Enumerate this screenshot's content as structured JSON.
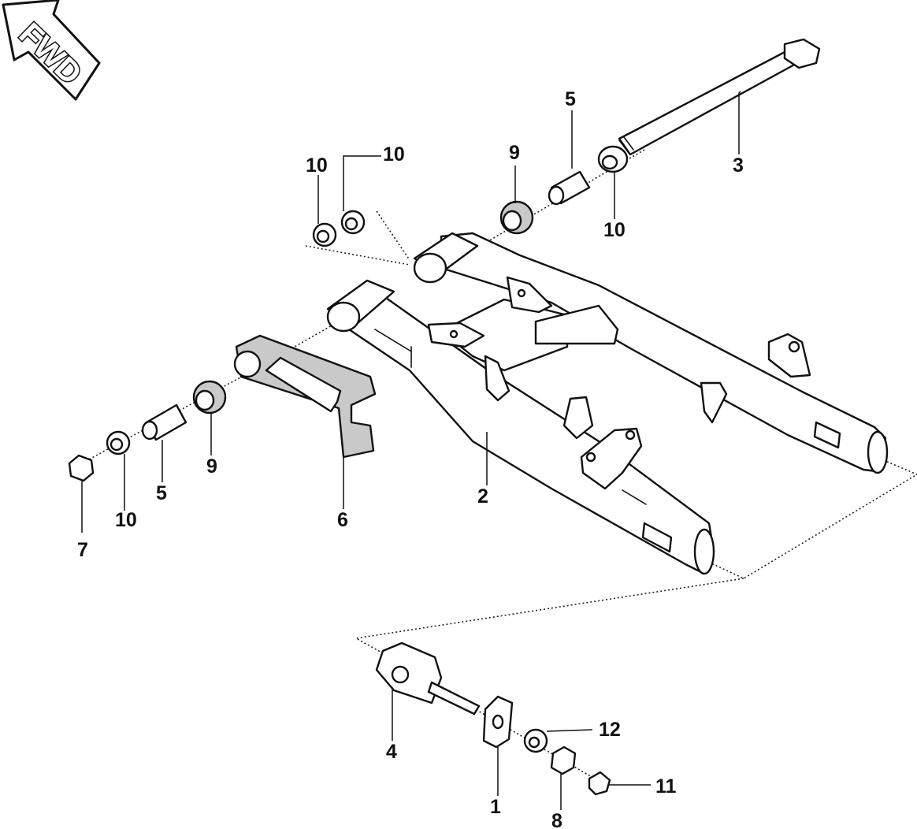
{
  "fwd_label": "FWD",
  "callouts": [
    {
      "id": "c1",
      "text": "1"
    },
    {
      "id": "c2",
      "text": "2"
    },
    {
      "id": "c3",
      "text": "3"
    },
    {
      "id": "c4",
      "text": "4"
    },
    {
      "id": "c5a",
      "text": "5"
    },
    {
      "id": "c5b",
      "text": "5"
    },
    {
      "id": "c6",
      "text": "6"
    },
    {
      "id": "c7",
      "text": "7"
    },
    {
      "id": "c8",
      "text": "8"
    },
    {
      "id": "c9a",
      "text": "9"
    },
    {
      "id": "c9b",
      "text": "9"
    },
    {
      "id": "c10a",
      "text": "10"
    },
    {
      "id": "c10b",
      "text": "10"
    },
    {
      "id": "c10c",
      "text": "10"
    },
    {
      "id": "c10d",
      "text": "10"
    },
    {
      "id": "c11",
      "text": "11"
    },
    {
      "id": "c12",
      "text": "12"
    }
  ]
}
